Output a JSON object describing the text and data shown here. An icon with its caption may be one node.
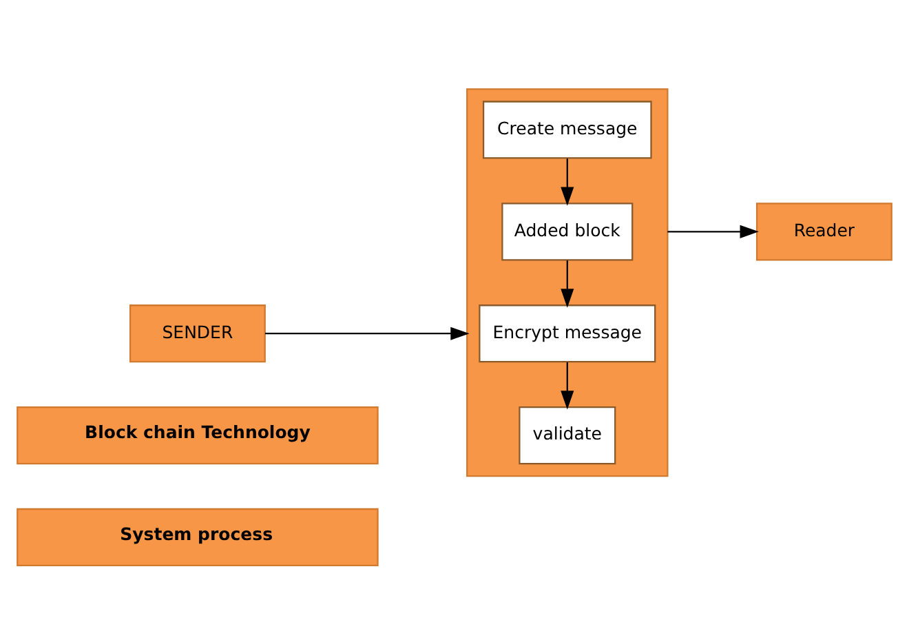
{
  "diagram": {
    "nodes": [
      {
        "text": [],
        "shape": "box"
      },
      {
        "text": [
          "Create message"
        ],
        "in": 0
      },
      {
        "text": [
          "Added block"
        ],
        "in": 0
      },
      {
        "text": [
          "Encrypt message"
        ],
        "in": 0
      },
      {
        "text": [
          "validate"
        ],
        "in": 0
      },
      {
        "text": [
          "SENDER"
        ]
      },
      {
        "text": [
          "Reader"
        ]
      },
      {
        "text": [
          "Block chain Technology"
        ]
      },
      {
        "text": [
          "System process"
        ]
      }
    ],
    "edges": [
      {
        "from": 1,
        "to": 2,
        "arrow": "to"
      },
      {
        "from": 2,
        "to": 3,
        "arrow": "to"
      },
      {
        "from": 3,
        "to": 4,
        "arrow": "to"
      },
      {
        "from": 5,
        "to": 0,
        "arrow": "to"
      },
      {
        "from": 0,
        "to": 6,
        "arrow": "to"
      }
    ]
  }
}
